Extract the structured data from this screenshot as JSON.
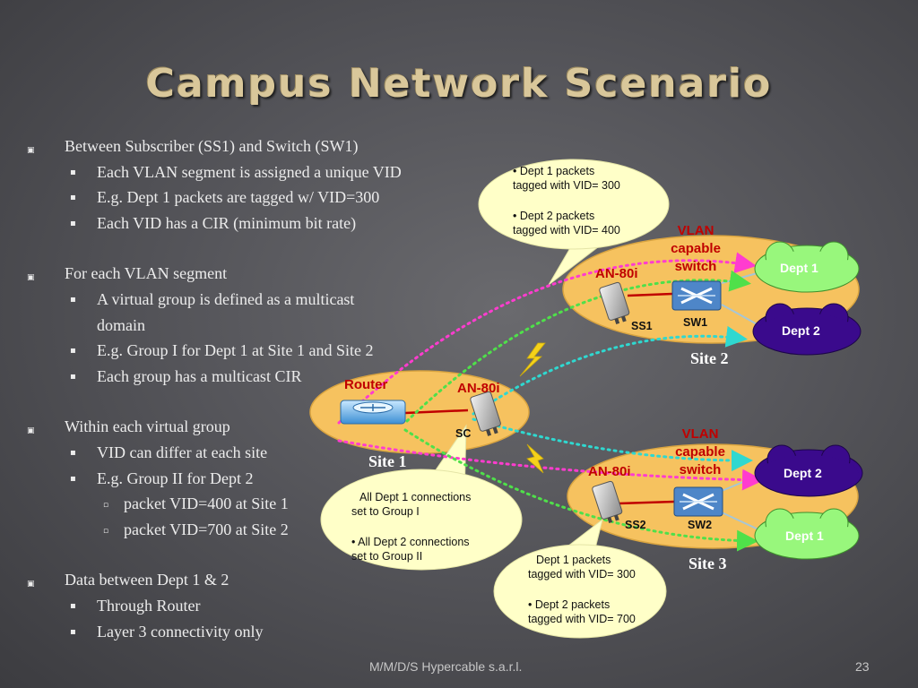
{
  "slide": {
    "title": "Campus Network Scenario",
    "footer": "M/M/D/S Hypercable s.a.r.l.",
    "page_number": "23"
  },
  "bullets": [
    {
      "level": 1,
      "text": "Between Subscriber (SS1) and Switch (SW1)"
    },
    {
      "level": 2,
      "text": "Each VLAN segment is assigned a unique VID"
    },
    {
      "level": 2,
      "text": "E.g. Dept 1 packets are tagged w/ VID=300"
    },
    {
      "level": 2,
      "text": "Each VID has a CIR (minimum bit rate)"
    },
    {
      "level": 1,
      "text": "For each VLAN segment"
    },
    {
      "level": 2,
      "text": "A virtual group is defined as a multicast"
    },
    {
      "level": 2,
      "text": "domain",
      "continuation": true
    },
    {
      "level": 2,
      "text": "E.g. Group I for Dept 1 at Site 1 and Site 2"
    },
    {
      "level": 2,
      "text": "Each group has a multicast CIR"
    },
    {
      "level": 1,
      "text": "Within each virtual group"
    },
    {
      "level": 2,
      "text": "VID can differ at each site"
    },
    {
      "level": 2,
      "text": "E.g. Group II for Dept 2"
    },
    {
      "level": 3,
      "text": "packet VID=400 at Site 1"
    },
    {
      "level": 3,
      "text": "packet VID=700 at Site 2"
    },
    {
      "level": 1,
      "text": "Data between Dept 1 & 2"
    },
    {
      "level": 2,
      "text": "Through Router"
    },
    {
      "level": 2,
      "text": "Layer 3 connectivity only"
    }
  ],
  "diagram": {
    "callout_top": {
      "line1": "• Dept 1 packets",
      "line2": "tagged with VID= 300",
      "line3": "• Dept 2 packets",
      "line4": "tagged with VID= 400"
    },
    "callout_site1": {
      "line1": "All Dept 1 connections",
      "line2": "set to Group I",
      "line3": "• All Dept 2 connections",
      "line4": "set to Group II"
    },
    "callout_site3": {
      "line1": "Dept 1 packets",
      "line2": "tagged with VID= 300",
      "line3": "• Dept 2 packets",
      "line4": "tagged with VID= 700"
    },
    "site1": {
      "name": "Site 1",
      "router_label": "Router",
      "an_label": "AN-80i",
      "sc_label": "SC"
    },
    "site2": {
      "name": "Site 2",
      "vlan_label_1": "VLAN",
      "vlan_label_2": "capable",
      "vlan_label_3": "switch",
      "an_label": "AN-80i",
      "ss_label": "SS1",
      "sw_label": "SW1",
      "dept_a": "Dept 1",
      "dept_b": "Dept 2"
    },
    "site3": {
      "name": "Site 3",
      "vlan_label_1": "VLAN",
      "vlan_label_2": "capable",
      "vlan_label_3": "switch",
      "an_label": "AN-80i",
      "ss_label": "SS2",
      "sw_label": "SW2",
      "dept_a": "Dept 2",
      "dept_b": "Dept 1"
    },
    "colors": {
      "site_fill": "#f6c25f",
      "callout_fill": "#ffffc8",
      "dept1_fill": "#98f77c",
      "dept2_fill": "#3a0a8c",
      "red_label": "#c00000",
      "link_red": "#c00000",
      "pink_dotted": "#ff3ccf",
      "green_dotted": "#4fe04a",
      "cyan_dotted": "#2fd8d0",
      "bolt": "#f5d21a"
    }
  }
}
